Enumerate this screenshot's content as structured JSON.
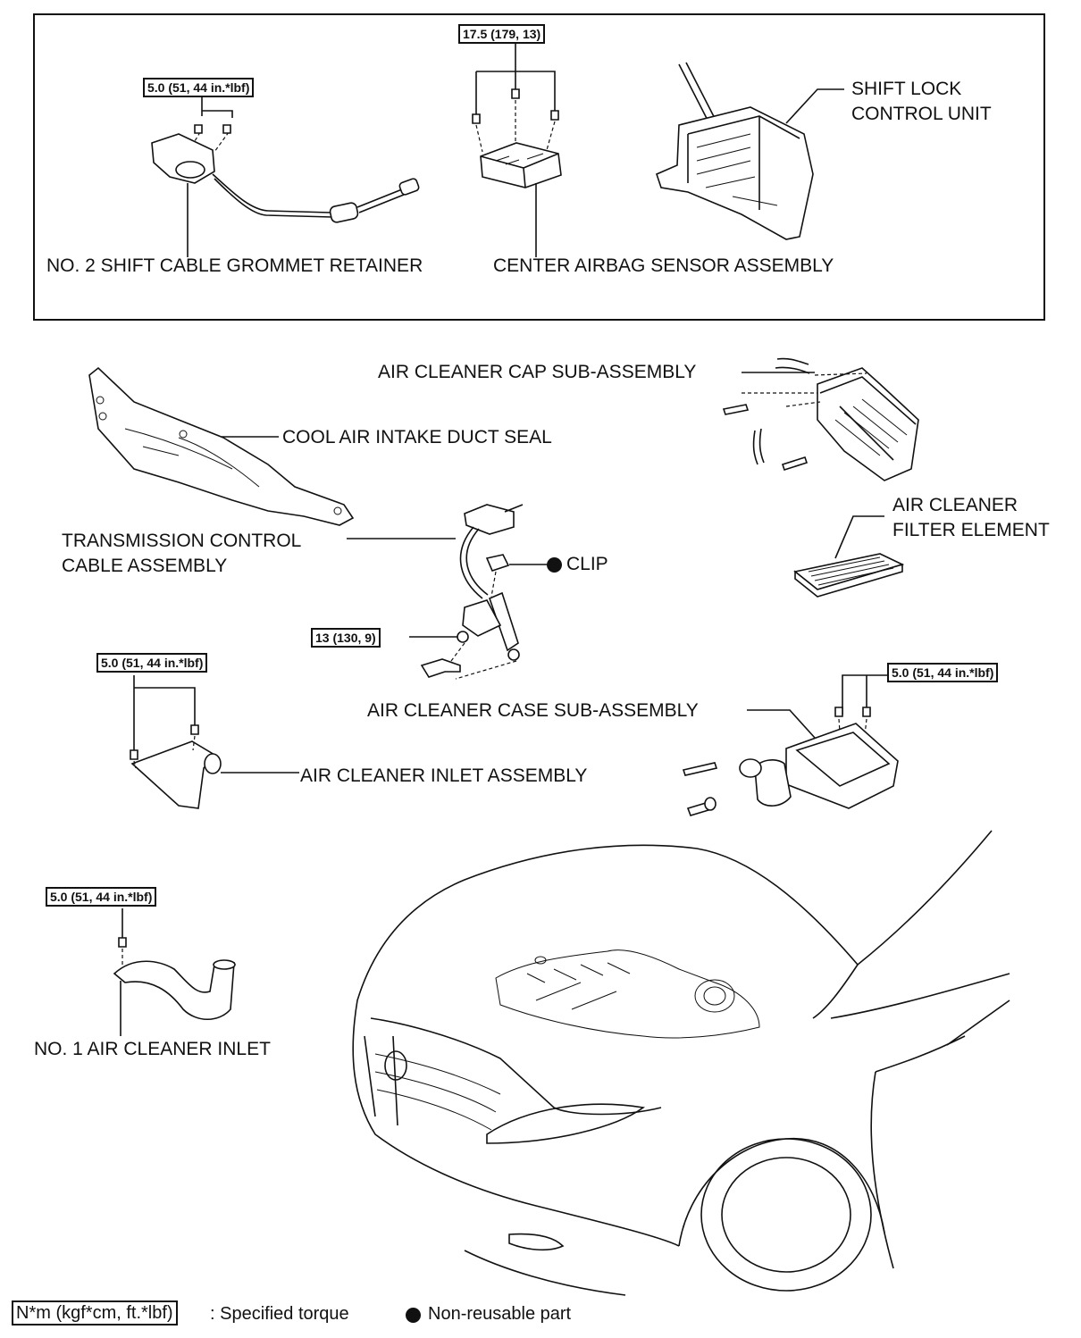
{
  "labels": {
    "shift_cable_grommet_retainer": "NO. 2 SHIFT CABLE GROMMET RETAINER",
    "center_airbag_sensor": "CENTER AIRBAG SENSOR ASSEMBLY",
    "shift_lock_control_unit_line1": "SHIFT LOCK",
    "shift_lock_control_unit_line2": "CONTROL UNIT",
    "air_cleaner_cap": "AIR CLEANER CAP SUB-ASSEMBLY",
    "cool_air_intake_duct_seal": "COOL AIR INTAKE DUCT SEAL",
    "transmission_control_cable_line1": "TRANSMISSION CONTROL",
    "transmission_control_cable_line2": "CABLE ASSEMBLY",
    "clip": "CLIP",
    "air_cleaner_filter_line1": "AIR CLEANER",
    "air_cleaner_filter_line2": "FILTER ELEMENT",
    "air_cleaner_case": "AIR CLEANER CASE SUB-ASSEMBLY",
    "air_cleaner_inlet_assembly": "AIR CLEANER INLET ASSEMBLY",
    "no1_air_cleaner_inlet": "NO. 1 AIR CLEANER INLET"
  },
  "torques": {
    "grommet_retainer": "5.0 (51, 44 in.*lbf)",
    "airbag_sensor": "17.5 (179, 13)",
    "cable_nut": "13 (130, 9)",
    "inlet_assembly": "5.0 (51, 44 in.*lbf)",
    "case_sub_assembly": "5.0 (51, 44 in.*lbf)",
    "no1_inlet": "5.0 (51, 44 in.*lbf)"
  },
  "legend": {
    "torque_unit": "N*m (kgf*cm, ft.*lbf)",
    "torque_desc": ": Specified torque",
    "nonreusable_desc": "Non-reusable part"
  }
}
